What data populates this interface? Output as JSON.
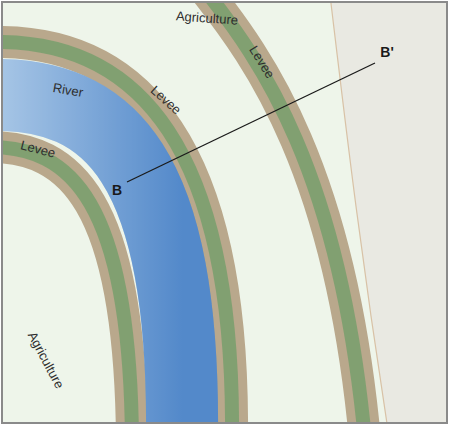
{
  "diagram": {
    "labels": [
      "Agriculture",
      "Levee",
      "River",
      "Levee",
      "B",
      "B'",
      "Levee",
      "Agriculture"
    ]
  }
}
